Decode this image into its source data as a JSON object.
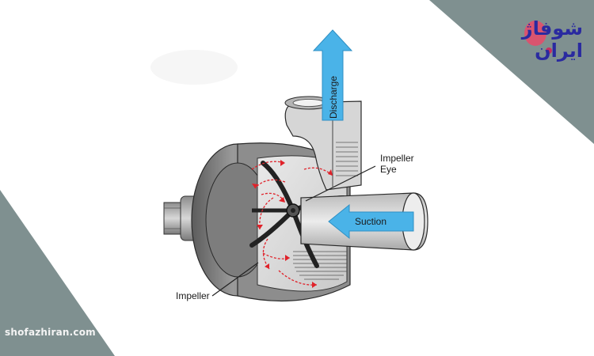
{
  "diagram": {
    "labels": {
      "discharge": "Discharge",
      "suction": "Suction",
      "impeller_eye": "Impeller\nEye",
      "impeller": "Impeller"
    },
    "colors": {
      "flow_arrow": "#4ab3e8",
      "flow_arrow_dark": "#2e8fc4",
      "corner_bands": "#7f9090",
      "casing_dark": "#6e6e6e",
      "casing_light": "#cfcfcf",
      "flow_lines": "#e0222a"
    }
  },
  "branding": {
    "logo_text": "شوفاژ ایران",
    "watermark": "shofazhiran.com"
  }
}
